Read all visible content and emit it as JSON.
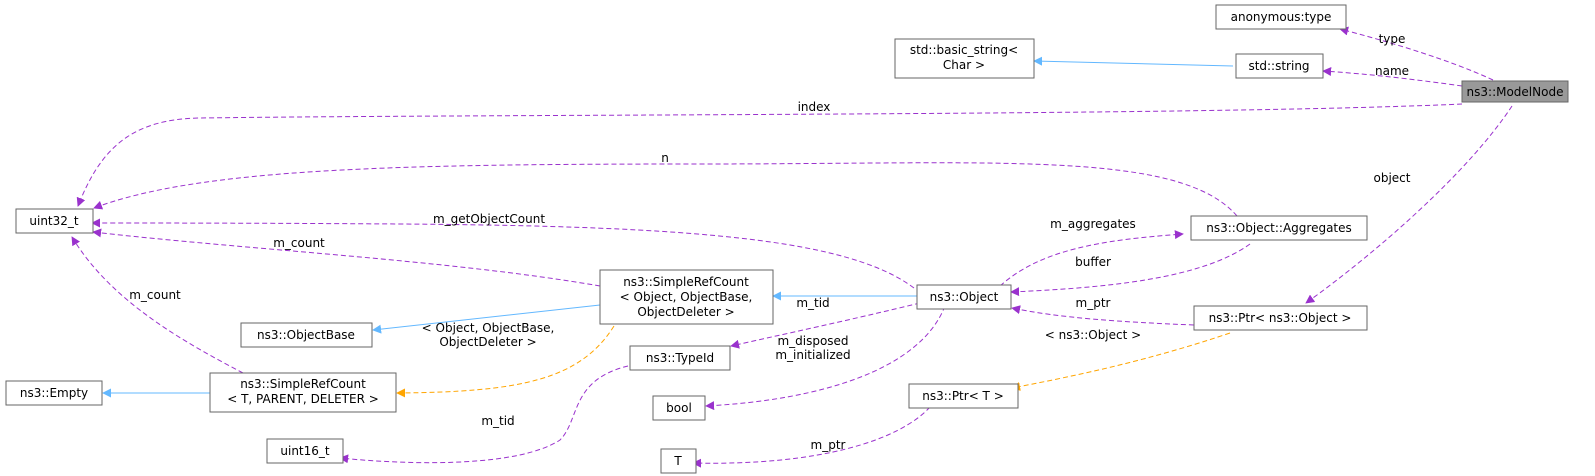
{
  "diagram": {
    "title": "ns3::ModelNode collaboration graph",
    "colors": {
      "usage": "#9a32cd",
      "inheritance": "#63b8ff",
      "template": "#ffa500",
      "focus_fill": "#999999"
    },
    "nodes": {
      "modelnode": [
        "ns3::ModelNode"
      ],
      "anonymous_type": [
        "anonymous:type"
      ],
      "std_string": [
        "std::string"
      ],
      "basic_string": [
        "std::basic_string<",
        "Char >"
      ],
      "uint32": [
        "uint32_t"
      ],
      "aggregates": [
        "ns3::Object::Aggregates"
      ],
      "object": [
        "ns3::Object"
      ],
      "simplerefcount_obj": [
        "ns3::SimpleRefCount",
        "< Object, ObjectBase,",
        "ObjectDeleter >"
      ],
      "objectbase": [
        "ns3::ObjectBase"
      ],
      "empty": [
        "ns3::Empty"
      ],
      "simplerefcount_t": [
        "ns3::SimpleRefCount",
        "< T, PARENT, DELETER >"
      ],
      "typeid": [
        "ns3::TypeId"
      ],
      "uint16": [
        "uint16_t"
      ],
      "bool": [
        "bool"
      ],
      "ptr_object": [
        "ns3::Ptr< ns3::Object >"
      ],
      "ptr_t": [
        "ns3::Ptr< T >"
      ],
      "t": [
        "T"
      ]
    },
    "edges": {
      "type": [
        "type"
      ],
      "name": [
        "name"
      ],
      "index": [
        "index"
      ],
      "object": [
        "object"
      ],
      "n": [
        "n"
      ],
      "m_getObjectCount": [
        "m_getObjectCount"
      ],
      "m_count_obj": [
        "m_count"
      ],
      "m_aggregates": [
        "m_aggregates"
      ],
      "buffer": [
        "buffer"
      ],
      "m_ptr_object": [
        "m_ptr"
      ],
      "m_tid_object": [
        "m_tid"
      ],
      "m_disposed": [
        "m_disposed",
        "m_initialized"
      ],
      "tmpl_simplerefcount": [
        "< Object, ObjectBase,",
        "ObjectDeleter >"
      ],
      "m_count_t": [
        "m_count"
      ],
      "tmpl_ptr": [
        "< ns3::Object >"
      ],
      "m_tid_typeid": [
        "m_tid"
      ],
      "m_ptr_t": [
        "m_ptr"
      ]
    }
  }
}
